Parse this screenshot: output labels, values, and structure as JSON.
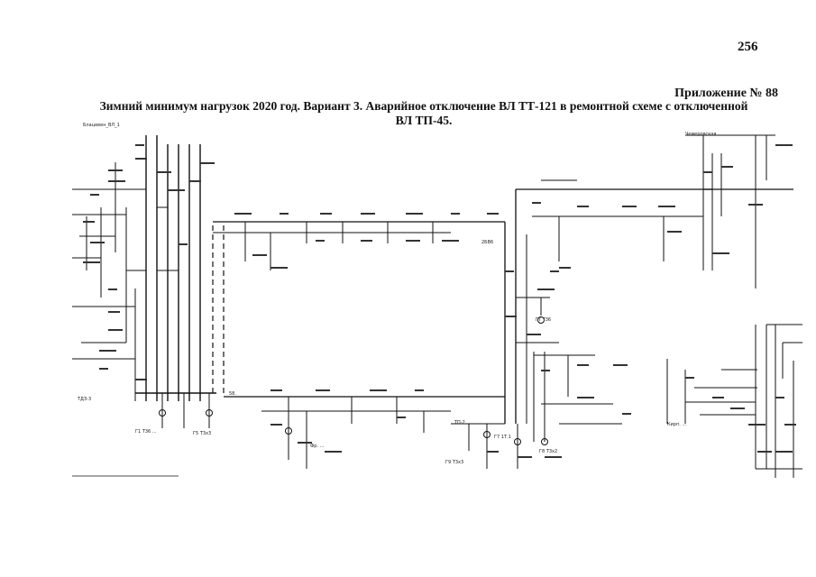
{
  "page": {
    "number": "256"
  },
  "header": {
    "appendix": "Приложение № 88",
    "title_line1": "Зимний минимум нагрузок 2020 год. Вариант 3. Аварийное отключение ВЛ ТТ-121 в ремонтной схеме с отключенной",
    "title_line2": "ВЛ ТП-45."
  },
  "diagram": {
    "labels": {
      "left_top": "Блацевен_ВЛ_1",
      "g1": "Г1 Т36 ...",
      "g5": "Г5 Т3х3",
      "g7": "Г7 1Т.1",
      "g8": "Г8 Т3х2",
      "g9": "Г9 Т3х3",
      "gt": "ГТ Т36",
      "tdz": "ТДЗ-3",
      "tpz2": "ТП-2",
      "bus_node": "2БВ6",
      "node_58": "58.",
      "fr_node": "Фр. ...",
      "kirp": "Кирп. ...",
      "top_right": "Чемеровская"
    }
  }
}
